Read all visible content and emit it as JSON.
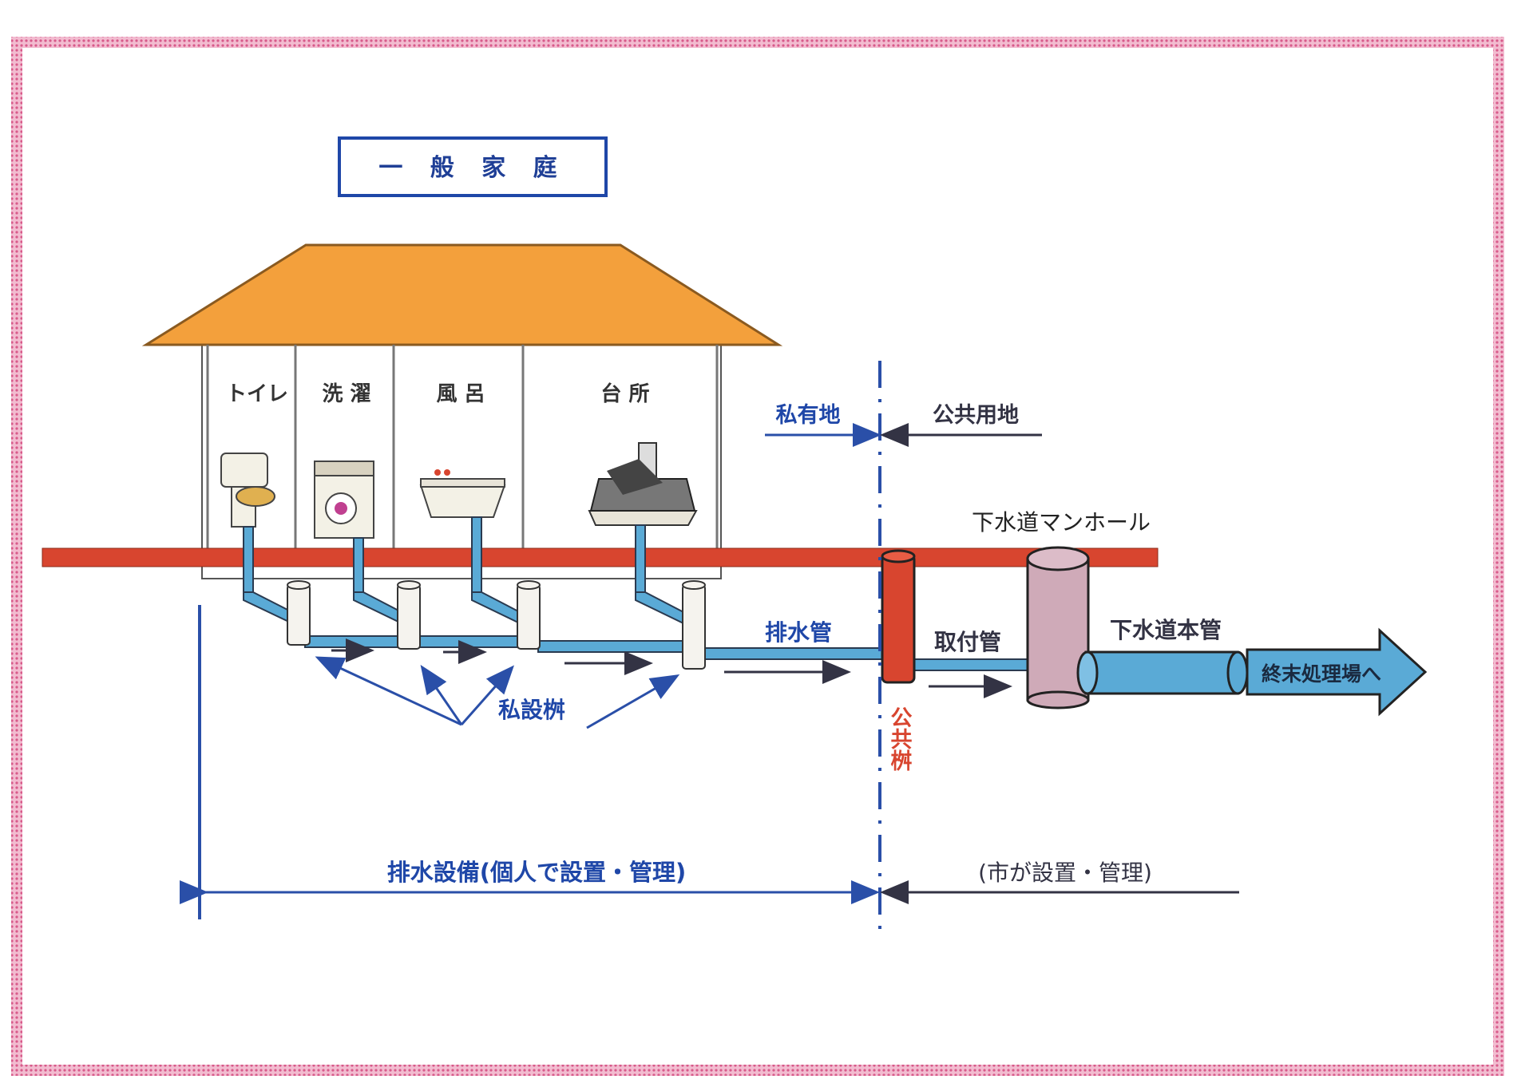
{
  "title": "一 般 家 庭",
  "rooms": [
    {
      "id": "toilet",
      "label": "トイレ"
    },
    {
      "id": "laundry",
      "label": "洗 濯"
    },
    {
      "id": "bath",
      "label": "風 呂"
    },
    {
      "id": "kitchen",
      "label": "台 所"
    }
  ],
  "labels": {
    "private_land": "私有地",
    "public_land": "公共用地",
    "manhole": "下水道マンホール",
    "drain_pipe": "排水管",
    "connection_pipe": "取付管",
    "sewer_main": "下水道本管",
    "treatment_plant": "終末処理場へ",
    "private_basin": "私設桝",
    "public_basin": "公共桝",
    "drainage_facility": "排水設備(個人で設置・管理)",
    "city_managed": "(市が設置・管理)"
  },
  "colors": {
    "frame": "#d85a8a",
    "roof": "#f3a03c",
    "ground": "#d8452f",
    "pipe": "#5aaad6",
    "blue_line": "#2a4fa8",
    "public_basin": "#d8452f",
    "manhole": "#cfaab8",
    "dark_line": "#333344"
  }
}
